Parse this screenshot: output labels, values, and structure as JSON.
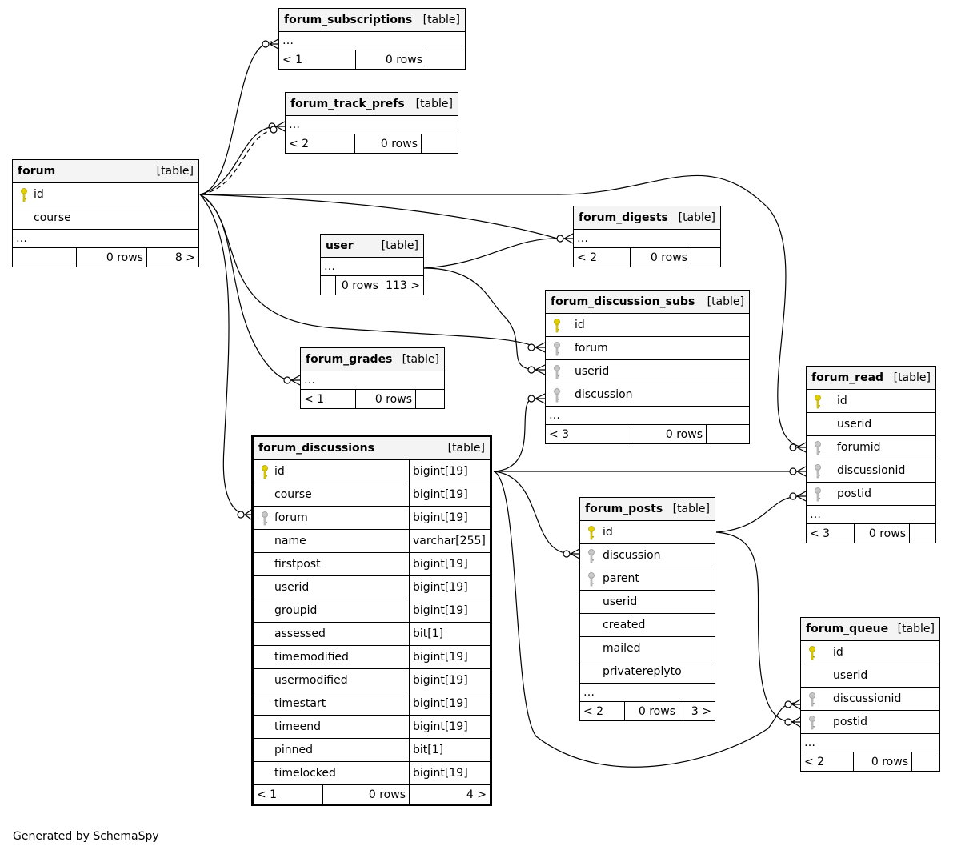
{
  "credit": "Generated by SchemaSpy",
  "kind_label": "[table]",
  "ellipsis": "…",
  "tables": {
    "forum_subscriptions": {
      "name": "forum_subscriptions",
      "foot": [
        "< 1",
        "0 rows",
        ""
      ]
    },
    "forum_track_prefs": {
      "name": "forum_track_prefs",
      "foot": [
        "< 2",
        "0 rows",
        ""
      ]
    },
    "forum": {
      "name": "forum",
      "columns": [
        "id",
        "course"
      ],
      "foot": [
        "",
        "0 rows",
        "8 >"
      ]
    },
    "user": {
      "name": "user",
      "foot": [
        "",
        "0 rows",
        "113 >"
      ]
    },
    "forum_digests": {
      "name": "forum_digests",
      "foot": [
        "< 2",
        "0 rows",
        ""
      ]
    },
    "forum_discussion_subs": {
      "name": "forum_discussion_subs",
      "columns": [
        "id",
        "forum",
        "userid",
        "discussion"
      ],
      "foot": [
        "< 3",
        "0 rows",
        ""
      ]
    },
    "forum_grades": {
      "name": "forum_grades",
      "foot": [
        "< 1",
        "0 rows",
        ""
      ]
    },
    "forum_read": {
      "name": "forum_read",
      "columns": [
        "id",
        "userid",
        "forumid",
        "discussionid",
        "postid"
      ],
      "foot": [
        "< 3",
        "0 rows",
        ""
      ]
    },
    "forum_discussions": {
      "name": "forum_discussions",
      "columns": [
        {
          "name": "id",
          "type": "bigint[19]"
        },
        {
          "name": "course",
          "type": "bigint[19]"
        },
        {
          "name": "forum",
          "type": "bigint[19]"
        },
        {
          "name": "name",
          "type": "varchar[255]"
        },
        {
          "name": "firstpost",
          "type": "bigint[19]"
        },
        {
          "name": "userid",
          "type": "bigint[19]"
        },
        {
          "name": "groupid",
          "type": "bigint[19]"
        },
        {
          "name": "assessed",
          "type": "bit[1]"
        },
        {
          "name": "timemodified",
          "type": "bigint[19]"
        },
        {
          "name": "usermodified",
          "type": "bigint[19]"
        },
        {
          "name": "timestart",
          "type": "bigint[19]"
        },
        {
          "name": "timeend",
          "type": "bigint[19]"
        },
        {
          "name": "pinned",
          "type": "bit[1]"
        },
        {
          "name": "timelocked",
          "type": "bigint[19]"
        }
      ],
      "foot": [
        "< 1",
        "0 rows",
        "4 >"
      ]
    },
    "forum_posts": {
      "name": "forum_posts",
      "columns": [
        "id",
        "discussion",
        "parent",
        "userid",
        "created",
        "mailed",
        "privatereplyto"
      ],
      "foot": [
        "< 2",
        "0 rows",
        "3 >"
      ]
    },
    "forum_queue": {
      "name": "forum_queue",
      "columns": [
        "id",
        "userid",
        "discussionid",
        "postid"
      ],
      "foot": [
        "< 2",
        "0 rows",
        ""
      ]
    }
  },
  "colors": {
    "primary_key": "#e0d000",
    "foreign_key": "#b4b4b4",
    "header_bg": "#f4f4f4"
  }
}
